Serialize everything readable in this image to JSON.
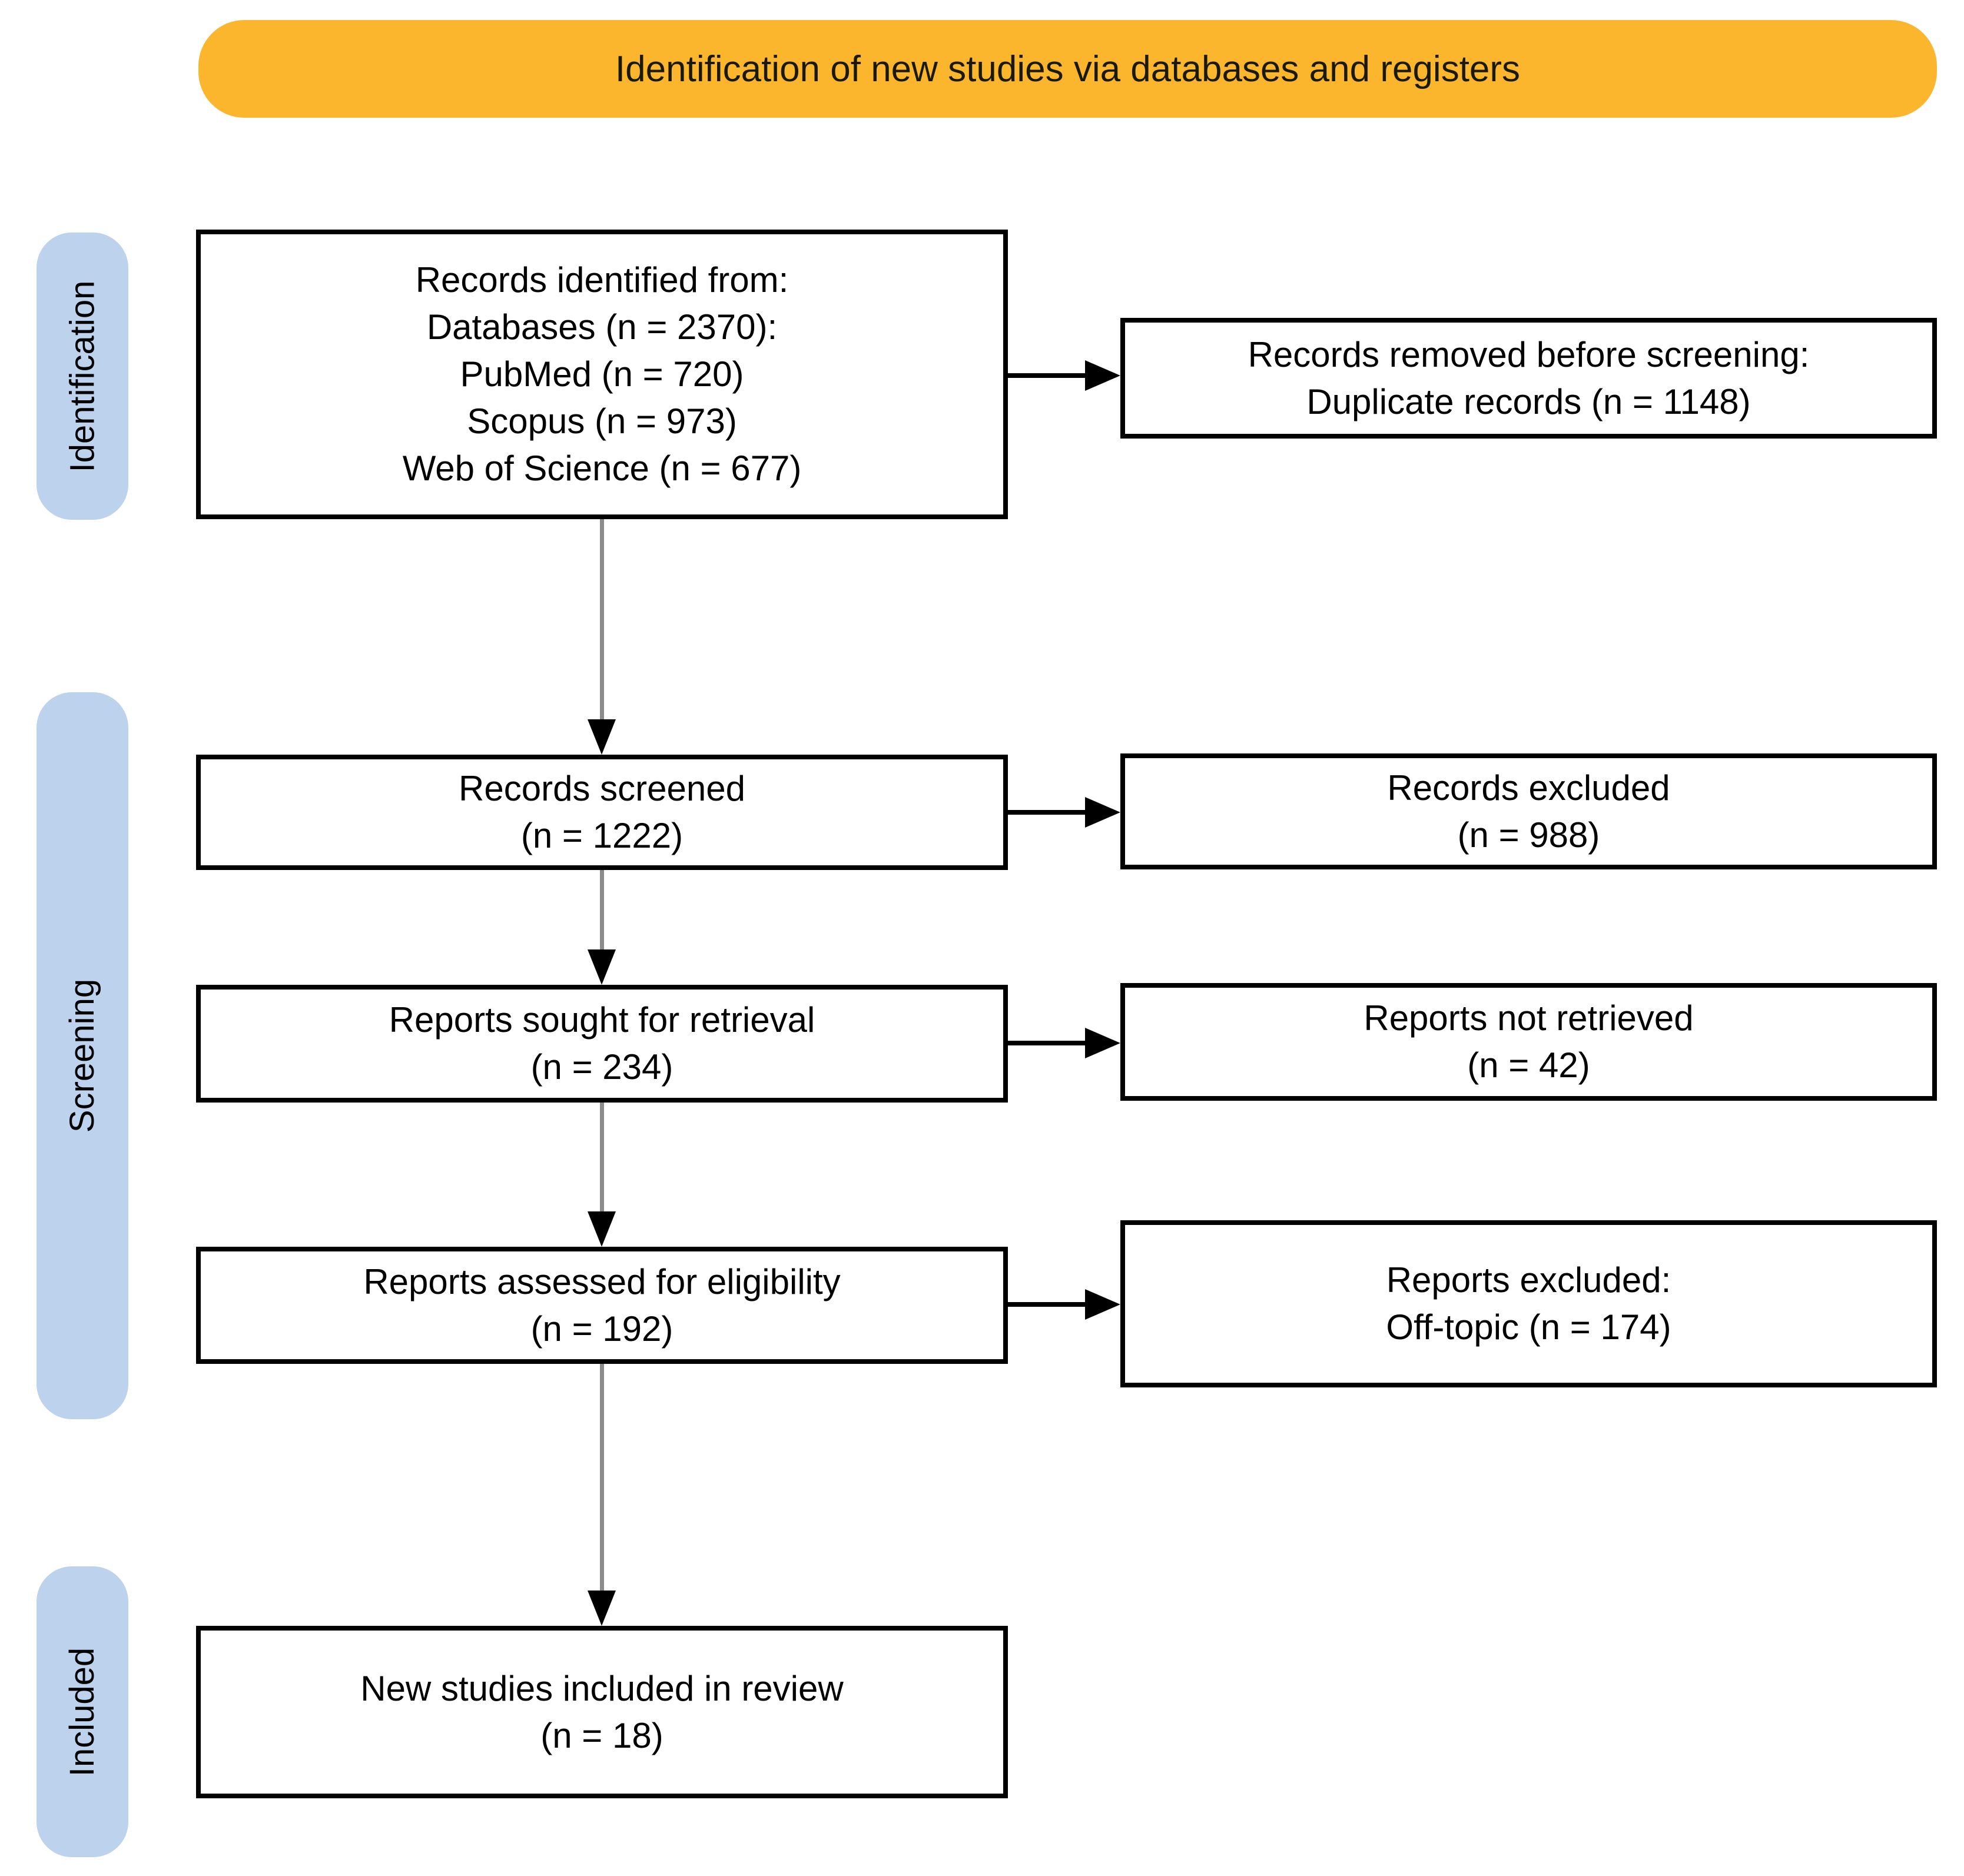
{
  "title_banner": "Identification of new studies via databases and registers",
  "stages": [
    {
      "label": "Identification"
    },
    {
      "label": "Screening"
    },
    {
      "label": "Included"
    }
  ],
  "left_column": [
    {
      "lines": [
        "Records identified from:",
        "Databases (n = 2370):",
        "PubMed (n = 720)",
        "Scopus (n = 973)",
        "Web of Science (n = 677)"
      ]
    },
    {
      "lines": [
        "Records screened",
        "(n = 1222)"
      ]
    },
    {
      "lines": [
        "Reports sought for retrieval",
        "(n = 234)"
      ]
    },
    {
      "lines": [
        "Reports assessed for eligibility",
        "(n = 192)"
      ]
    },
    {
      "lines": [
        "New studies included in review",
        "(n = 18)"
      ]
    }
  ],
  "right_column": [
    {
      "lines": [
        "Records removed before screening:",
        "Duplicate records (n = 1148)"
      ]
    },
    {
      "lines": [
        "Records excluded",
        "(n = 988)"
      ]
    },
    {
      "lines": [
        "Reports not retrieved",
        "(n = 42)"
      ]
    },
    {
      "lines": [
        "Reports excluded:",
        "Off-topic (n = 174)"
      ]
    }
  ],
  "colors": {
    "banner_bg": "#FBB62E",
    "stage_bg": "#BDD3ED",
    "box_border": "#000000",
    "text": "#000000",
    "arrow_shaft": "#8C8C8C",
    "arrow_head": "#000000"
  }
}
